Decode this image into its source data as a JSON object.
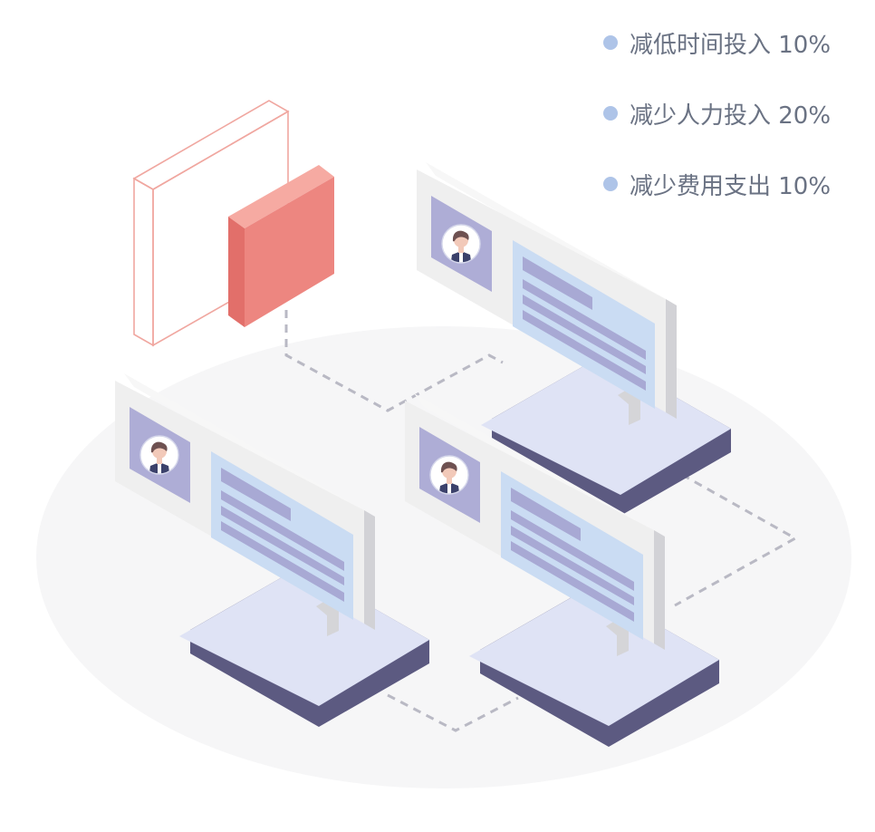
{
  "legend": {
    "items": [
      {
        "label": "减低时间投入 10%"
      },
      {
        "label": "减少人力投入 20%"
      },
      {
        "label": "减少费用支出 10%"
      }
    ]
  },
  "colors": {
    "bullet": "#aec4e8",
    "legend_text": "#6a7283",
    "ground": "#f6f6f7",
    "connector": "#b9b9c4",
    "platform_top": "#dfe3f5",
    "platform_side": "#5c5a81",
    "card_face": "#efefef",
    "card_edge": "#d2d2d6",
    "avatar_frame": "#aeadd6",
    "content_panel": "#cadcf3",
    "content_lines": "#a8a9d4",
    "block_front": "#ed8680",
    "block_top": "#f6aaa2",
    "block_outline": "#f0a7a0"
  },
  "icons": [
    "user-avatar-icon"
  ]
}
